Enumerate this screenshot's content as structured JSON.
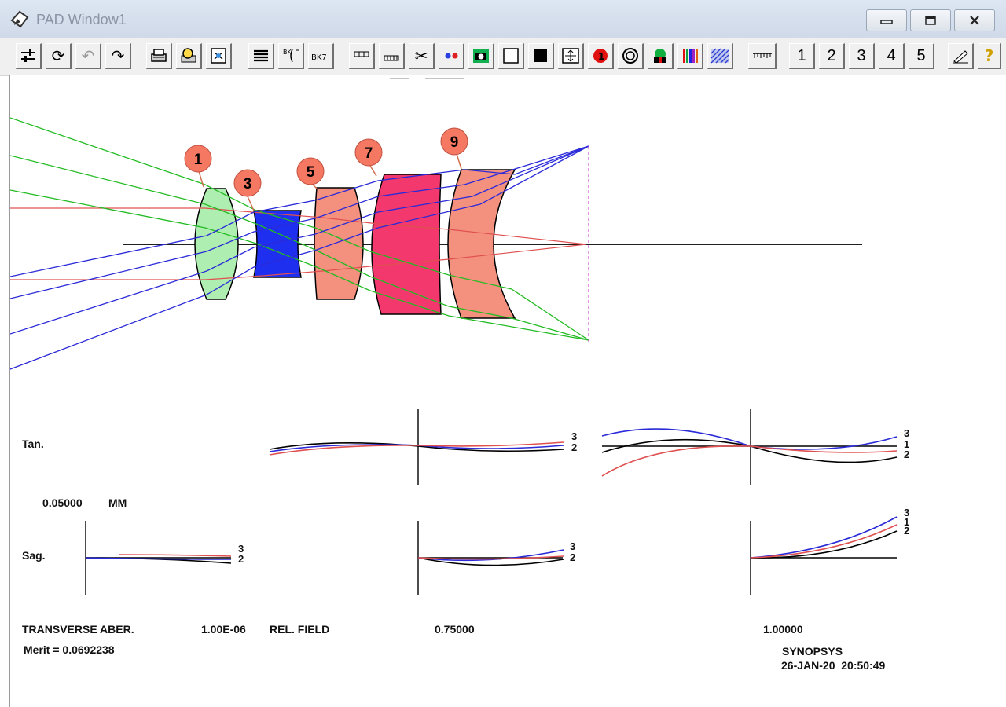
{
  "window": {
    "title": "PAD Window1"
  },
  "toolbar": {
    "page_buttons": [
      "1",
      "2",
      "3",
      "4",
      "5"
    ],
    "tool_icons": [
      "sliders-icon",
      "refresh-icon",
      "undo-icon",
      "redo-icon",
      "print-icon",
      "zoom-icon",
      "fit-icon",
      "list-icon",
      "bk-curve-icon",
      "bk7-icon",
      "grid-icon",
      "grid-small-icon",
      "scissors-icon",
      "dots-icon",
      "camera-icon",
      "white-square-icon",
      "black-square-icon",
      "expand-icon",
      "red-dot-icon",
      "ring-icon",
      "color-tree-icon",
      "color-bars-icon",
      "hatch-icon",
      "ruler-icon",
      "pen-icon",
      "help-icon"
    ]
  },
  "lens": {
    "element_labels": [
      "1",
      "3",
      "5",
      "7",
      "9"
    ],
    "colors": {
      "element1": "#aeeeb0",
      "element3": "#1f2ff0",
      "element5": "#f4907e",
      "element7": "#f2386c",
      "element9": "#f4907e",
      "ray_red": "#e05050",
      "ray_green": "#22bb22",
      "ray_blue": "#2a2ad8",
      "callout": "#f47862"
    }
  },
  "aberration": {
    "tan_label": "Tan.",
    "sag_label": "Sag.",
    "scale_value": "0.05000",
    "scale_unit": "MM",
    "plot_title": "TRANSVERSE ABER.",
    "wavelength_value": "1.00E-06",
    "rel_field_label": "REL. FIELD",
    "field_0_75": "0.75000",
    "field_1_00": "1.00000",
    "curve_labels": [
      "3",
      "1",
      "2"
    ]
  },
  "footer": {
    "merit": "Merit = 0.0692238",
    "program": "SYNOPSYS",
    "timestamp": "26-JAN-20  20:50:49"
  }
}
